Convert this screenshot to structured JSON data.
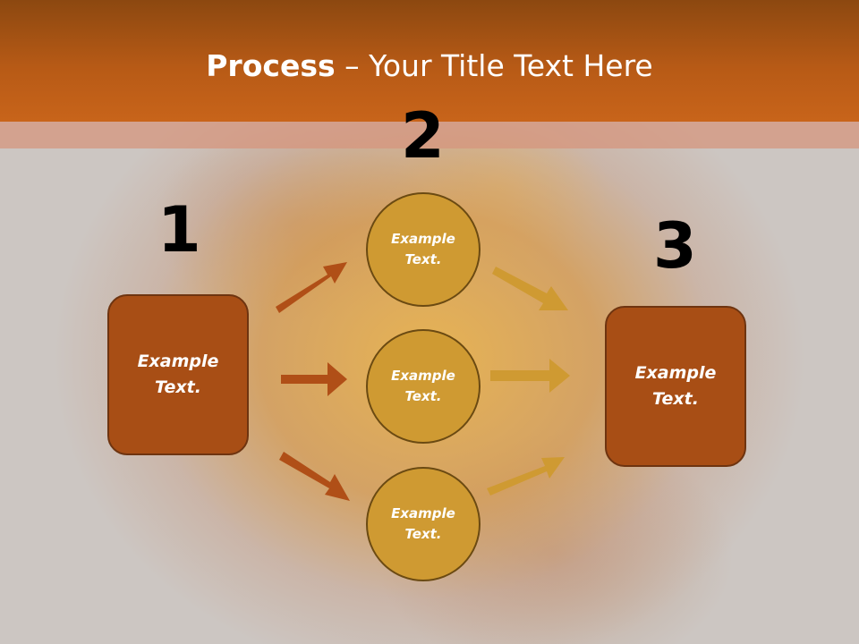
{
  "title": {
    "bold": "Process",
    "rest": " – Your Title Text Here"
  },
  "steps": {
    "one": "1",
    "two": "2",
    "three": "3"
  },
  "left_box": {
    "line1": "Example",
    "line2": "Text."
  },
  "right_box": {
    "line1": "Example",
    "line2": "Text."
  },
  "circles": [
    {
      "line1": "Example",
      "line2": "Text."
    },
    {
      "line1": "Example",
      "line2": "Text."
    },
    {
      "line1": "Example",
      "line2": "Text."
    }
  ],
  "colors": {
    "header": "#c8641a",
    "box": "#a84e15",
    "circle": "#cf9a32",
    "arrow_left": "#b04f17",
    "arrow_right": "#cf9a32"
  }
}
